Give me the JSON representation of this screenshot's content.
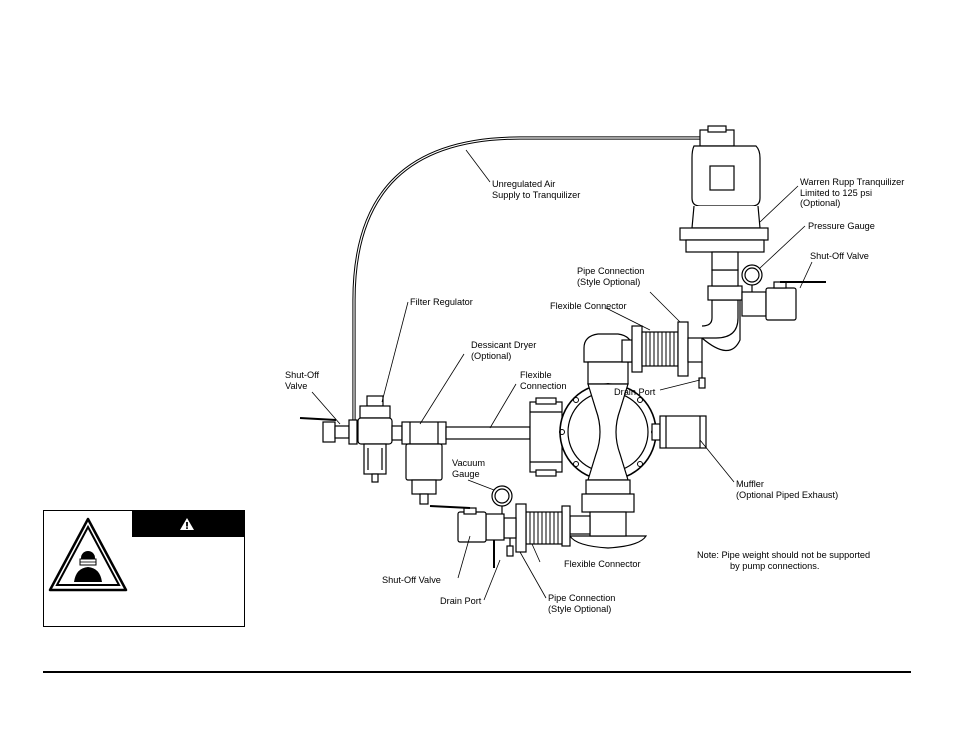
{
  "labels": {
    "unregulated_air": [
      "Unregulated Air",
      "Supply to Tranquilizer"
    ],
    "tranquilizer": [
      "Warren Rupp Tranquilizer",
      "Limited to 125 psi",
      "(Optional)"
    ],
    "pressure_gauge": "Pressure Gauge",
    "shutoff_valve_right": "Shut-Off Valve",
    "pipe_connection_top": [
      "Pipe Connection",
      "(Style Optional)"
    ],
    "flexible_connector_top": "Flexible Connector",
    "filter_regulator": "Filter Regulator",
    "dessicant_dryer": [
      "Dessicant Dryer",
      "(Optional)"
    ],
    "flexible_connection": [
      "Flexible",
      "Connection"
    ],
    "shutoff_valve_left": [
      "Shut-Off",
      "Valve"
    ],
    "drain_port_top": "Drain Port",
    "vacuum_gauge": [
      "Vacuum",
      "Gauge"
    ],
    "muffler": [
      "Muffler",
      "(Optional Piped Exhaust)"
    ],
    "shutoff_valve_bottom": "Shut-Off Valve",
    "flexible_connector_bottom": "Flexible Connector",
    "drain_port_bottom": "Drain Port",
    "pipe_connection_bottom": [
      "Pipe Connection",
      "(Style Optional)"
    ],
    "note": [
      "Note:  Pipe weight should not be supported",
      "by pump connections."
    ]
  },
  "warning": {
    "header_icon": "exclamation-triangle-icon",
    "body_icon": "respirator-hazard-icon"
  },
  "colors": {
    "ink": "#000000",
    "paper": "#ffffff"
  }
}
